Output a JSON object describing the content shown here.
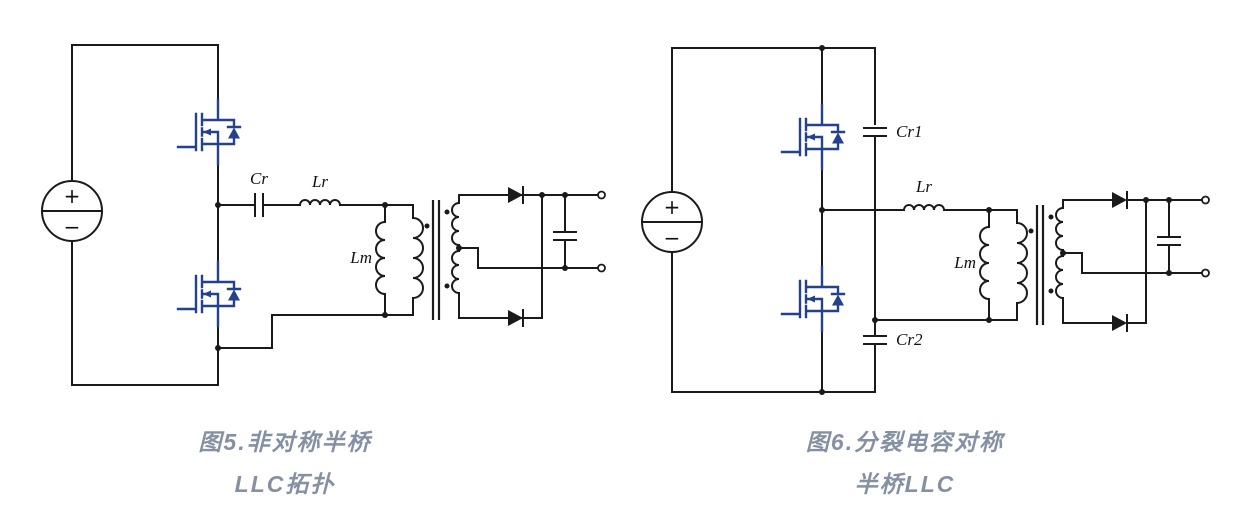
{
  "colors": {
    "wire": "#1a1a1a",
    "mosfet_blue": "#24418e",
    "caption": "#8591a3"
  },
  "figure_left": {
    "caption_line1": "图5.非对称半桥",
    "caption_line2": "LLC拓扑",
    "labels": {
      "cr": "Cr",
      "lr": "Lr",
      "lm": "Lm"
    },
    "source": {
      "plus": "+",
      "minus": "−"
    }
  },
  "figure_right": {
    "caption_line1": "图6.分裂电容对称",
    "caption_line2": "半桥LLC",
    "labels": {
      "cr1": "Cr1",
      "lr": "Lr",
      "lm": "Lm",
      "cr2": "Cr2"
    },
    "source": {
      "plus": "+",
      "minus": "−"
    }
  }
}
